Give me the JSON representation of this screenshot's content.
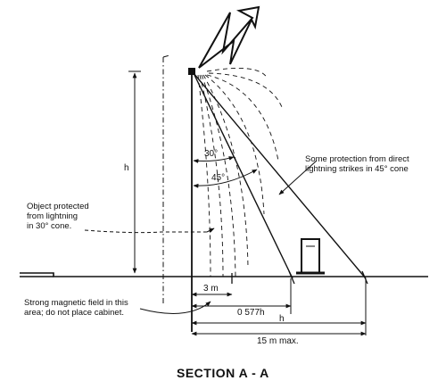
{
  "labels": {
    "protection_45": "Some protection from direct\nlightning strikes in 45° cone",
    "object_protected": "Object protected\nfrom lightning\nin 30° cone.",
    "magnetic_warning": "Strong magnetic field in this\narea; do not place cabinet.",
    "height": "h",
    "angle_30": "30°",
    "angle_45": "45°"
  },
  "dimensions": {
    "d_3m": "3 m",
    "d_0577h": "0 577h",
    "d_h": "h",
    "d_15m": "15 m max."
  },
  "caption": "SECTION A - A",
  "colors": {
    "ink": "#111111",
    "background": "#ffffff"
  }
}
